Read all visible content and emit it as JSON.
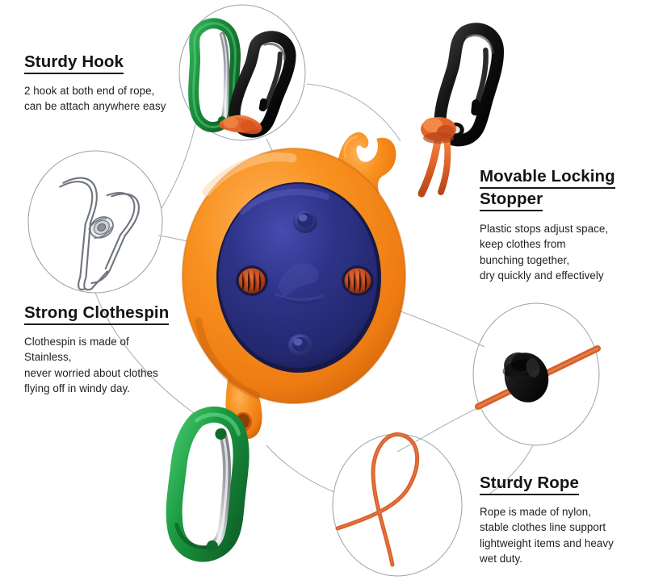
{
  "page": {
    "type": "product-infographic",
    "background_color": "#ffffff",
    "product": "retractable clothesline reel"
  },
  "palette": {
    "orange_body": "#F6871F",
    "orange_body_light": "#FBA44A",
    "orange_body_dark": "#D96A10",
    "navy_disc": "#2B2F80",
    "navy_disc_dark": "#1E2160",
    "navy_disc_light": "#3A3F9C",
    "rope_orange": "#E2642A",
    "carabiner_green": "#1C8A3C",
    "carabiner_green_dark": "#0F5E26",
    "hook_black": "#151515",
    "steel": "#C9CCD1",
    "outline_gray": "#9aa0a6",
    "text": "#1b1b1b"
  },
  "callouts": [
    {
      "id": "hook",
      "title": "Sturdy Hook",
      "title_lines": [
        "Sturdy Hook"
      ],
      "body": [
        "2 hook at both end of rope,",
        "can be attach anywhere easy"
      ],
      "bubble_contents": "green and black carabiner hooks"
    },
    {
      "id": "stopper",
      "title": "Movable Locking Stopper",
      "title_lines": [
        "Movable Locking ",
        "Stopper"
      ],
      "body": [
        "Plastic stops adjust space,",
        "keep clothes from",
        "bunching together,",
        "dry quickly and effectively"
      ],
      "bubble_contents": "black plastic cord lock on orange rope"
    },
    {
      "id": "clothespin",
      "title": "Strong Clothespin",
      "title_lines": [
        "Strong Clothespin"
      ],
      "body": [
        "Clothespin is made of",
        "Stainless,",
        "never worried about clothes",
        "flying off in windy day."
      ],
      "bubble_contents": "stainless steel wire clothespin"
    },
    {
      "id": "rope",
      "title": "Sturdy Rope",
      "title_lines": [
        "Sturdy Rope"
      ],
      "body": [
        "Rope is made of nylon,",
        "stable clothes line support",
        "lightweight items and heavy",
        "wet duty."
      ],
      "bubble_contents": "looped orange nylon rope"
    }
  ]
}
